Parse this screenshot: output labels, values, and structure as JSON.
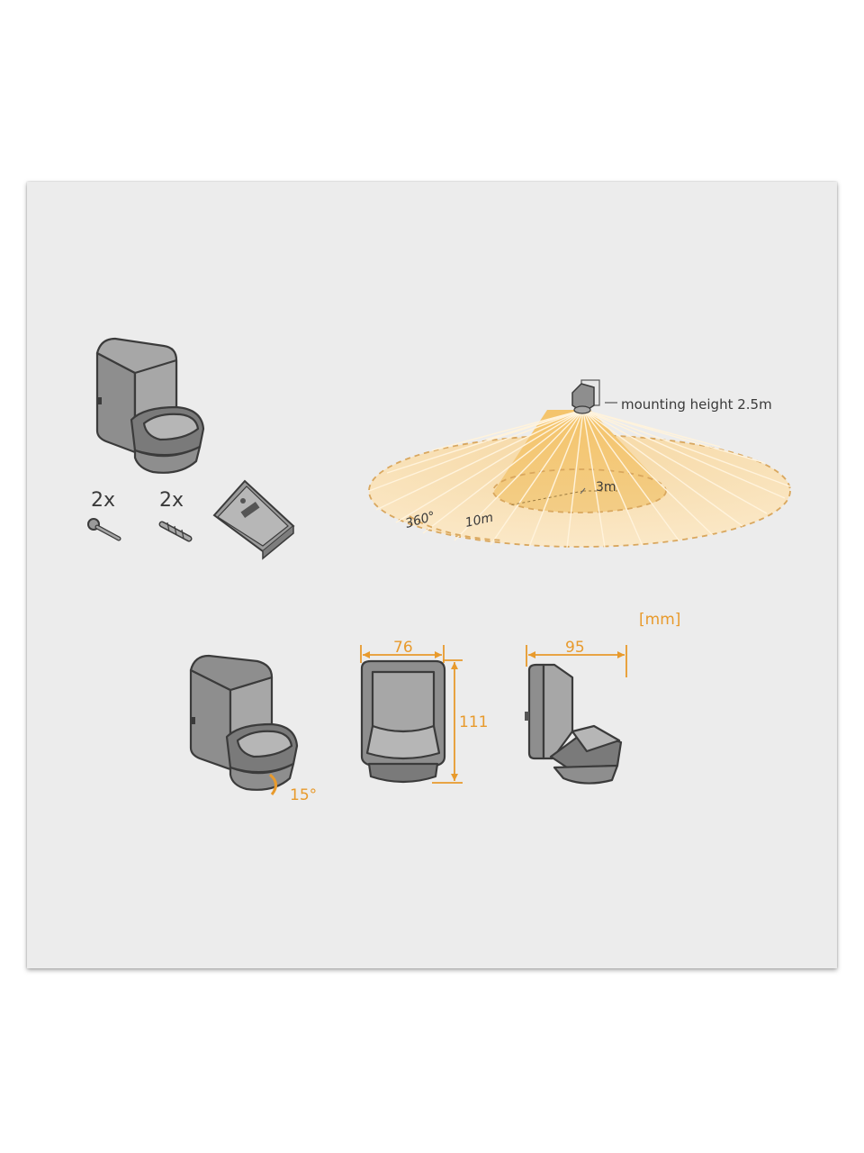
{
  "accessories": {
    "screw_count": "2x",
    "anchor_count": "2x"
  },
  "detection": {
    "mounting_height": "mounting height 2.5m",
    "inner_radius": "3m",
    "outer_radius": "10m",
    "angle": "360°"
  },
  "dimensions": {
    "unit": "[mm]",
    "width": "76",
    "height": "111",
    "depth": "95",
    "tilt": "15°"
  },
  "colors": {
    "accent": "#e89a2c",
    "device_gray": "#8e8e8e",
    "background": "#ececec"
  },
  "icons": {
    "sensor": "motion-sensor-icon",
    "screw": "screw-icon",
    "anchor": "wall-plug-icon",
    "bracket": "mounting-bracket-icon"
  }
}
